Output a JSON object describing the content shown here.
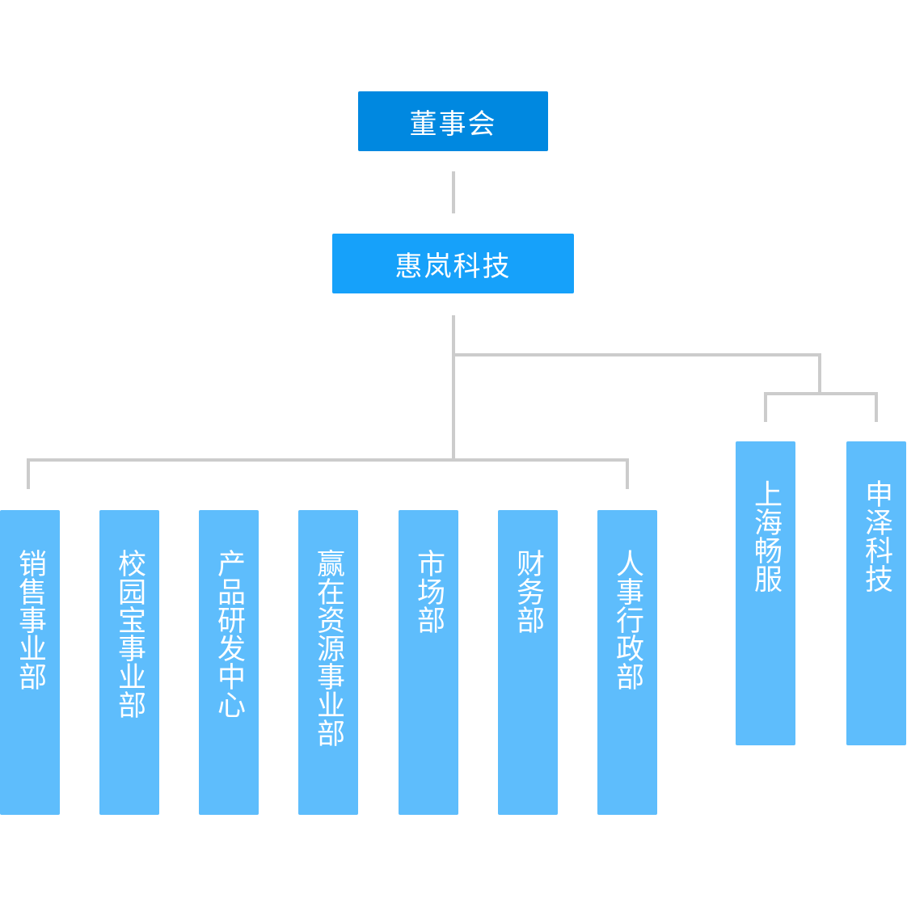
{
  "board": {
    "label": "董事会",
    "color": "#0088e0"
  },
  "company": {
    "label": "惠岚科技",
    "color": "#16a1fa"
  },
  "departments": [
    {
      "label": "销售事业部"
    },
    {
      "label": "校园宝事业部"
    },
    {
      "label": "产品研发中心"
    },
    {
      "label": "赢在资源事业部"
    },
    {
      "label": "市场部"
    },
    {
      "label": "财务部"
    },
    {
      "label": "人事行政部"
    }
  ],
  "subsidiaries": [
    {
      "label": "上海畅服"
    },
    {
      "label": "申泽科技"
    }
  ],
  "colors": {
    "department_box": "#5ebdfc",
    "connector": "#cccccc"
  }
}
